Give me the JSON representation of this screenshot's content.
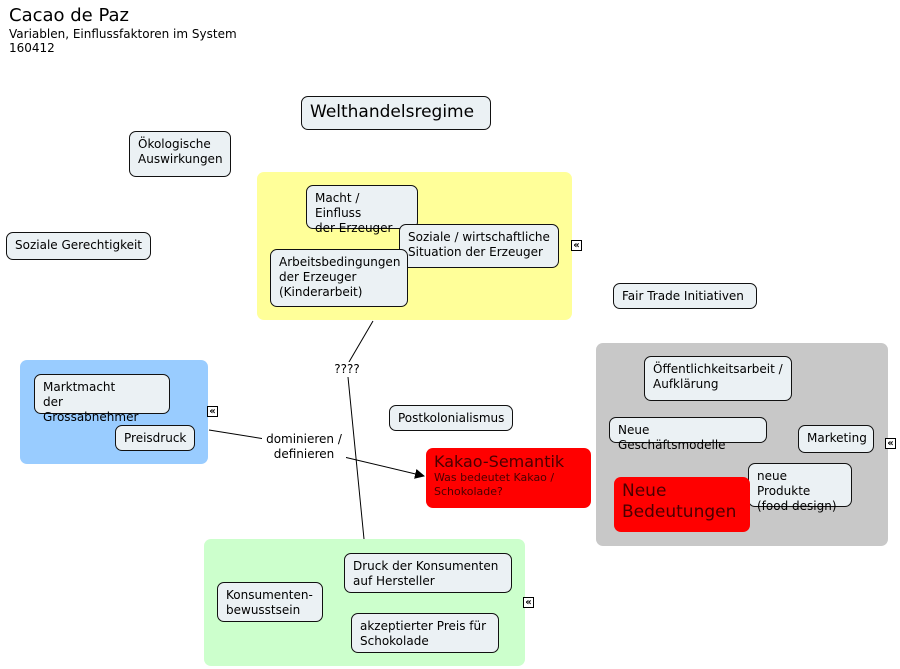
{
  "header": {
    "title": "Cacao de Paz",
    "subtitle": "Variablen, Einflussfaktoren im System",
    "date": "160412"
  },
  "colors": {
    "yellow_group": "#ffff99",
    "blue_group": "#99ccff",
    "gray_group": "#c8c8c8",
    "green_group": "#ccffcc",
    "node_fill": "#ebf1f4",
    "highlight_red": "#ff0000"
  },
  "nodes": {
    "welthandelsregime": "Welthandelsregime",
    "oekologische": "Ökologische\nAuswirkungen",
    "soziale_gerechtigkeit": "Soziale Gerechtigkeit",
    "macht_einfluss": "Macht / Einfluss\nder Erzeuger",
    "soziale_situation": "Soziale / wirtschaftliche\nSituation der Erzeuger",
    "arbeitsbedingungen": "Arbeitsbedingungen\nder Erzeuger\n(Kinderarbeit)",
    "fair_trade": "Fair Trade Initiativen",
    "marktmacht": "Marktmacht\nder Grossabnehmer",
    "preisdruck": "Preisdruck",
    "postkolonialismus": "Postkolonialismus",
    "oeffentlichkeitsarbeit": "Öffentlichkeitsarbeit /\nAufklärung",
    "neue_geschaeftsmodelle": "Neue Geschäftsmodelle",
    "marketing": "Marketing",
    "neue_produkte": "neue Produkte\n(food design)",
    "konsumentenbewusstsein": "Konsumenten-\nbewusstsein",
    "druck_konsumenten": "Druck der Konsumenten\nauf Hersteller",
    "akzeptierter_preis": "akzeptierter Preis für\nSchokolade"
  },
  "kakao_semantik": {
    "title": "Kakao-Semantik",
    "subtitle": "Was bedeutet Kakao /\nSchokolade?"
  },
  "neue_bedeutungen": "Neue\nBedeutungen",
  "links": {
    "dominieren": "dominieren /\ndefinieren",
    "question": "????"
  },
  "icons": {
    "collapse": "«"
  }
}
